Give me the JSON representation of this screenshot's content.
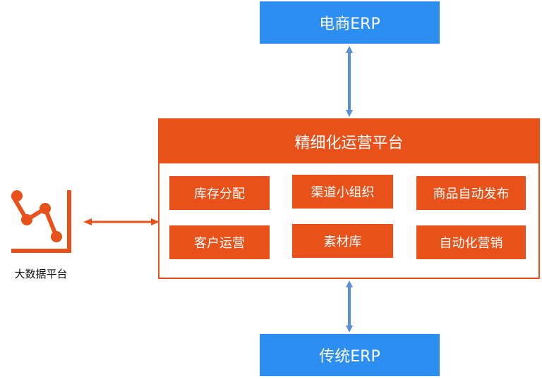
{
  "top_system": {
    "label": "电商ERP"
  },
  "bottom_system": {
    "label": "传统ERP"
  },
  "platform": {
    "title": "精细化运营平台",
    "modules": [
      {
        "label": "库存分配"
      },
      {
        "label": "渠道小组织"
      },
      {
        "label": "商品自动发布"
      },
      {
        "label": "客户运营"
      },
      {
        "label": "素材库"
      },
      {
        "label": "自动化营销"
      }
    ]
  },
  "big_data": {
    "label": "大数据平台",
    "icon": "line-chart-icon"
  },
  "colors": {
    "orange": "#e8511a",
    "blue": "#2b8ef0",
    "arrow_blue": "#5b8fd6"
  }
}
